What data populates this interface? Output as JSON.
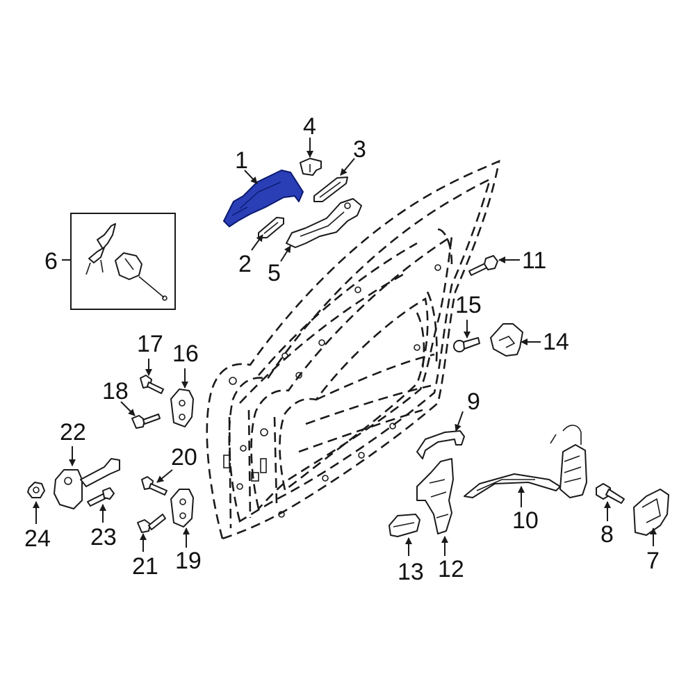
{
  "highlight_color": "#2a3fb6",
  "callouts": {
    "c1": "1",
    "c2": "2",
    "c3": "3",
    "c4": "4",
    "c5": "5",
    "c6": "6",
    "c7": "7",
    "c8": "8",
    "c9": "9",
    "c10": "10",
    "c11": "11",
    "c12": "12",
    "c13": "13",
    "c14": "14",
    "c15": "15",
    "c16": "16",
    "c17": "17",
    "c18": "18",
    "c19": "19",
    "c20": "20",
    "c21": "21",
    "c22": "22",
    "c23": "23",
    "c24": "24"
  }
}
